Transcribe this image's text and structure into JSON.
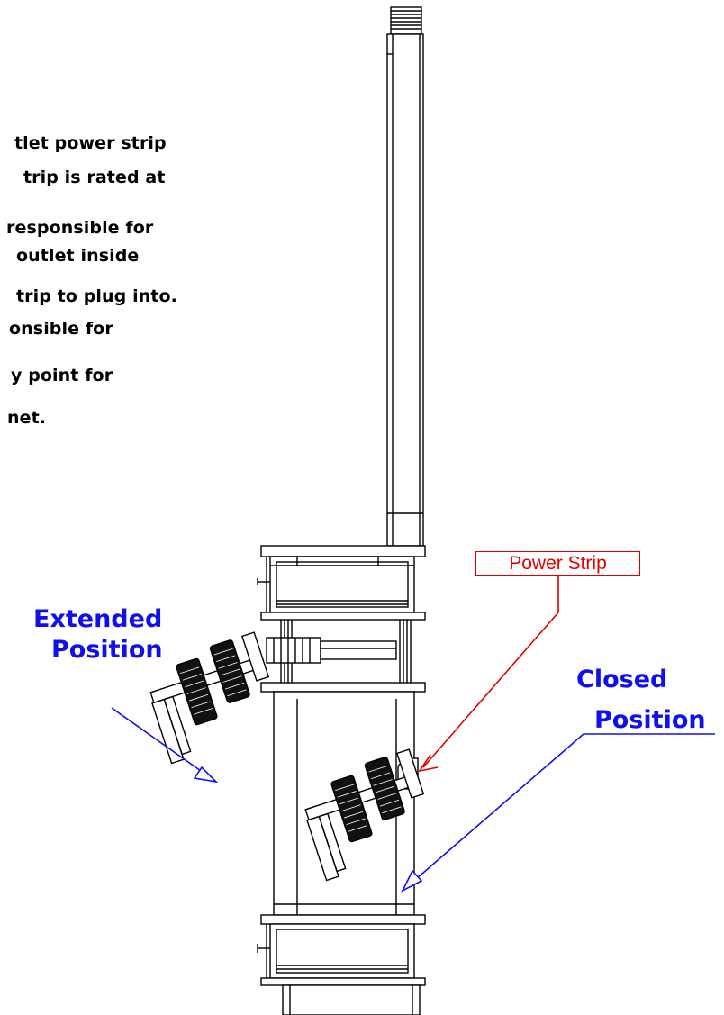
{
  "note": {
    "lines": [
      "tlet power strip",
      "trip is rated at",
      "responsible for",
      "outlet inside",
      "trip to plug into.",
      "onsible for",
      "y point for",
      "net."
    ]
  },
  "labels": {
    "power_strip": "Power Strip",
    "extended_line1": "Extended",
    "extended_line2": "Position",
    "closed_line1": "Closed",
    "closed_line2": "Position"
  },
  "colors": {
    "callout_red": "#e00000",
    "callout_blue": "#1010ee",
    "line_black": "#000000"
  }
}
